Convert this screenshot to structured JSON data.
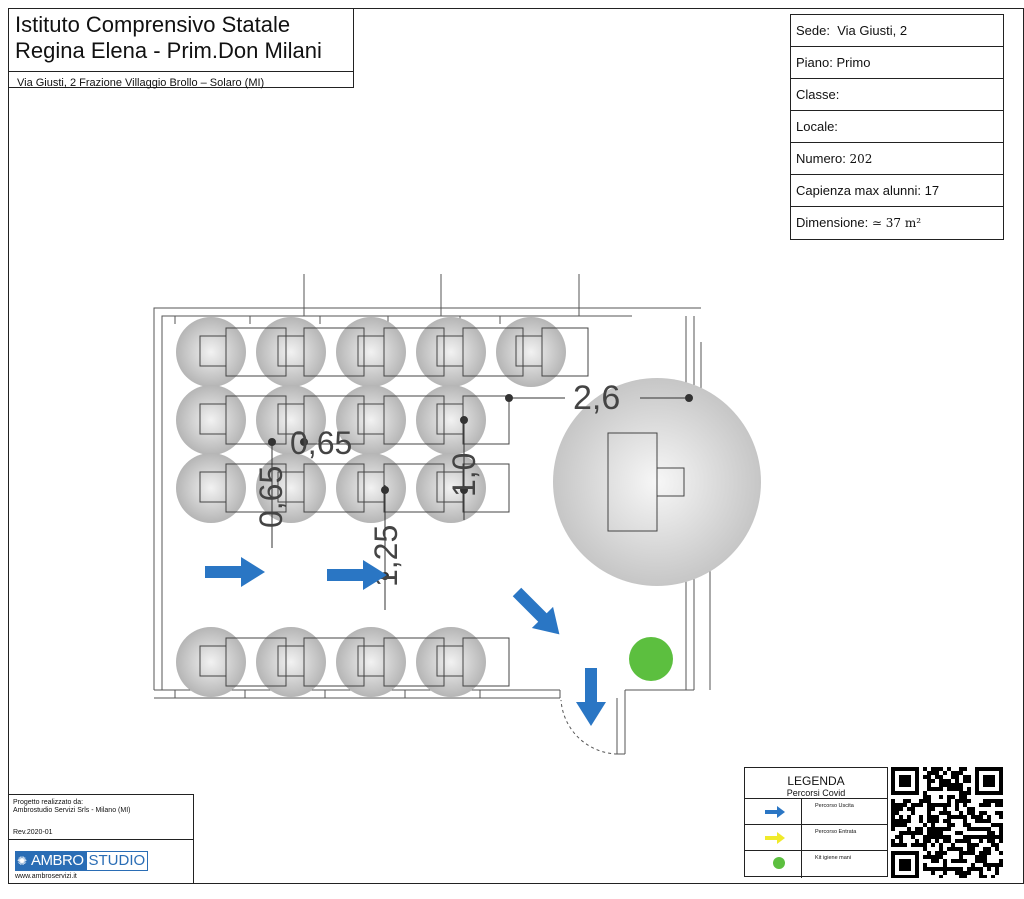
{
  "header": {
    "line1": "Istituto Comprensivo Statale",
    "line2": "Regina Elena - Prim.Don Milani",
    "address": "Via Giusti, 2 Frazione Villaggio Brollo – Solaro (MI)"
  },
  "info": {
    "sede_label": "Sede:",
    "sede_value": "Via Giusti, 2",
    "piano_label": "Piano:",
    "piano_value": "Primo",
    "classe_label": "Classe:",
    "locale_label": "Locale:",
    "numero_label": "Numero:",
    "numero_value": "202",
    "capienza_label": "Capienza max alunni:",
    "capienza_value": "17",
    "dimensione_label": "Dimensione:",
    "dimensione_value": "≃ 37 m²"
  },
  "dimensions": {
    "d1": "2,6",
    "d2": "0,65",
    "d3": "0,65",
    "d4": "1,0",
    "d5": "1,25"
  },
  "credits": {
    "line1": "Progetto realizzato da:",
    "line2": "Ambrostudio Servizi Srls - Milano (MI)",
    "rev": "Rev.2020-01",
    "logo_a": "AMBRO",
    "logo_b": "STUDIO",
    "website": "www.ambroservizi.it"
  },
  "legend": {
    "title": "LEGENDA",
    "subtitle": "Percorsi Covid",
    "items": [
      {
        "label": "Percorso Uscita",
        "symbol": "arrow",
        "color": "#2a76c4"
      },
      {
        "label": "Percorso Entrata",
        "symbol": "arrow",
        "color": "#f0ea2a"
      },
      {
        "label": "Kit igiene mani",
        "symbol": "dot",
        "color": "#5cbf3f"
      }
    ]
  },
  "colors": {
    "exit_arrow": "#2a76c4",
    "hygiene_kit": "#5cbf3f",
    "wall": "#555555"
  }
}
